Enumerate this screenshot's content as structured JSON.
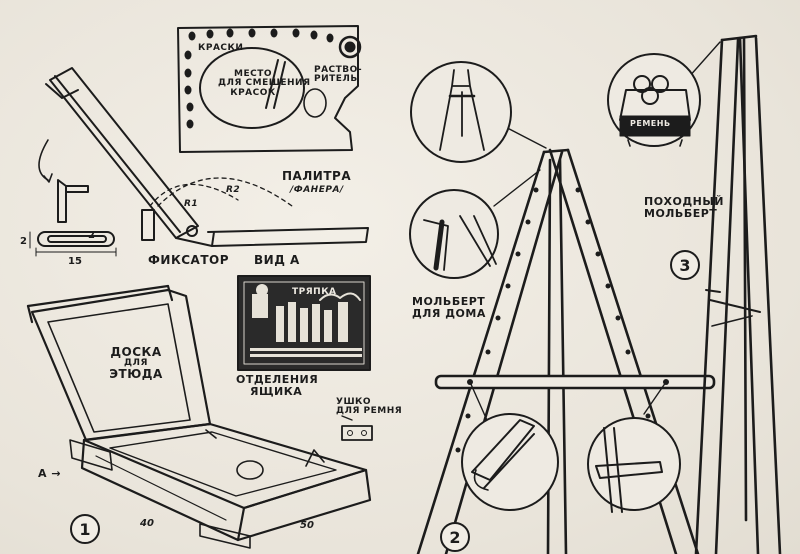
{
  "labels": {
    "kraski": "КРАСКИ",
    "mesto_1": "МЕСТО",
    "mesto_2": "ДЛЯ СМЕШЕНИЯ",
    "mesto_3": "КРАСОК",
    "rastvoritel_1": "РАСТВО-",
    "rastvoritel_2": "РИТЕЛЬ",
    "palitra": "ПАЛИТРА",
    "fanera": "/ФАНЕРА/",
    "fiksator": "ФИКСАТОР",
    "vid_a": "ВИД А",
    "r1": "R1",
    "r2": "R2",
    "dim_15": "15",
    "dim_2a": "2",
    "dim_2b": "2",
    "tryapka": "ТРЯПКА",
    "otdeleniya_1": "ОТДЕЛЕНИЯ",
    "otdeleniya_2": "ЯЩИКА",
    "ushko_1": "УШКО",
    "ushko_2": "ДЛЯ РЕМНЯ",
    "doska_1": "ДОСКА",
    "doska_2": "ДЛЯ",
    "doska_3": "ЭТЮДА",
    "a_arrow": "А",
    "dim_40": "40",
    "dim_50": "50",
    "molbert_doma_1": "МОЛЬБЕРТ",
    "molbert_doma_2": "ДЛЯ ДОМА",
    "remen": "РЕМЕНЬ",
    "pokhodny_1": "ПОХОДНЫЙ",
    "pokhodny_2": "МОЛЬБЕРТ"
  },
  "figure_numbers": {
    "one": "1",
    "two": "2",
    "three": "3"
  },
  "colors": {
    "ink": "#1c1c1c",
    "paper": "#eeeae2"
  }
}
